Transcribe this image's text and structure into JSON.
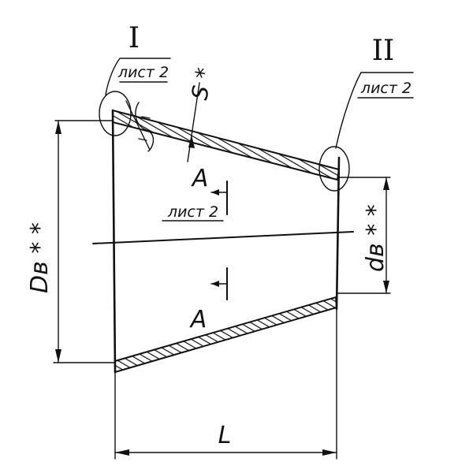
{
  "detail_I": {
    "roman": "I",
    "sheet_ref": "лист 2"
  },
  "detail_II": {
    "roman": "II",
    "sheet_ref": "лист 2"
  },
  "section": {
    "letter_top": "A",
    "letter_bottom": "A",
    "sheet_ref": "лист 2"
  },
  "dims": {
    "large_diameter": "Dв * *",
    "small_diameter": "dв * *",
    "length": "L",
    "thickness": "S *"
  }
}
